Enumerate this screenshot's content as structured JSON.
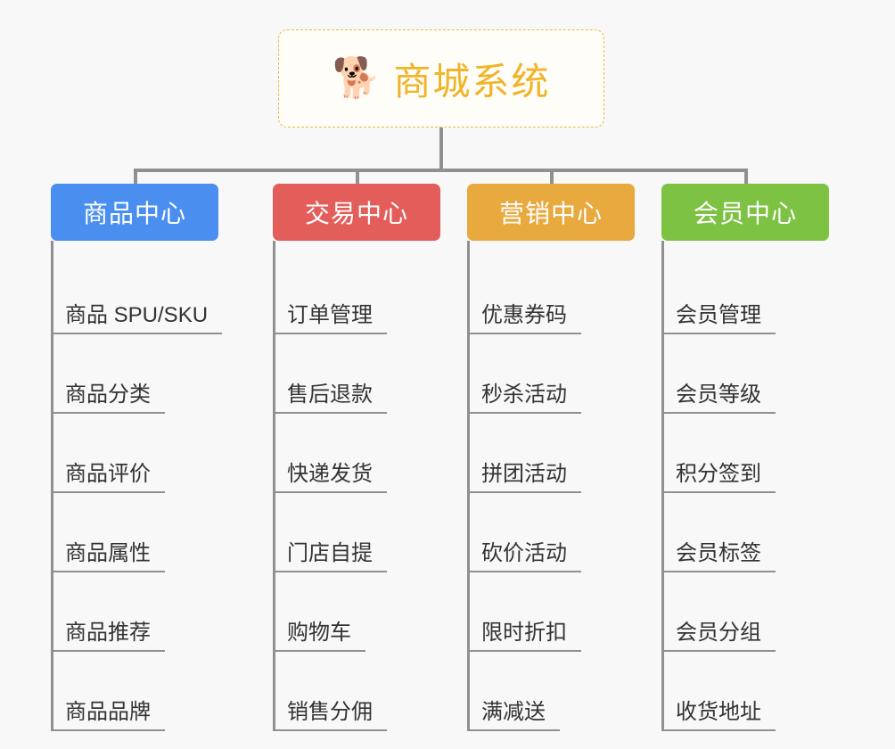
{
  "background_color": "#f8f8f8",
  "root": {
    "icon": "shiba-dog-face-emoji",
    "emoji": "🐕",
    "title": "商城系统",
    "text_color": "#f0b429",
    "border_color": "#e8b84b"
  },
  "connector_color": "#909090",
  "branches": [
    {
      "title": "商品中心",
      "color": "#4a8ef0",
      "items": [
        "商品 SPU/SKU",
        "商品分类",
        "商品评价",
        "商品属性",
        "商品推荐",
        "商品品牌"
      ]
    },
    {
      "title": "交易中心",
      "color": "#e35d5b",
      "items": [
        "订单管理",
        "售后退款",
        "快递发货",
        "门店自提",
        "购物车",
        "销售分佣"
      ]
    },
    {
      "title": "营销中心",
      "color": "#e8a93f",
      "items": [
        "优惠券码",
        "秒杀活动",
        "拼团活动",
        "砍价活动",
        "限时折扣",
        "满减送"
      ]
    },
    {
      "title": "会员中心",
      "color": "#7dc242",
      "items": [
        "会员管理",
        "会员等级",
        "积分签到",
        "会员标签",
        "会员分组",
        "收货地址"
      ]
    }
  ]
}
